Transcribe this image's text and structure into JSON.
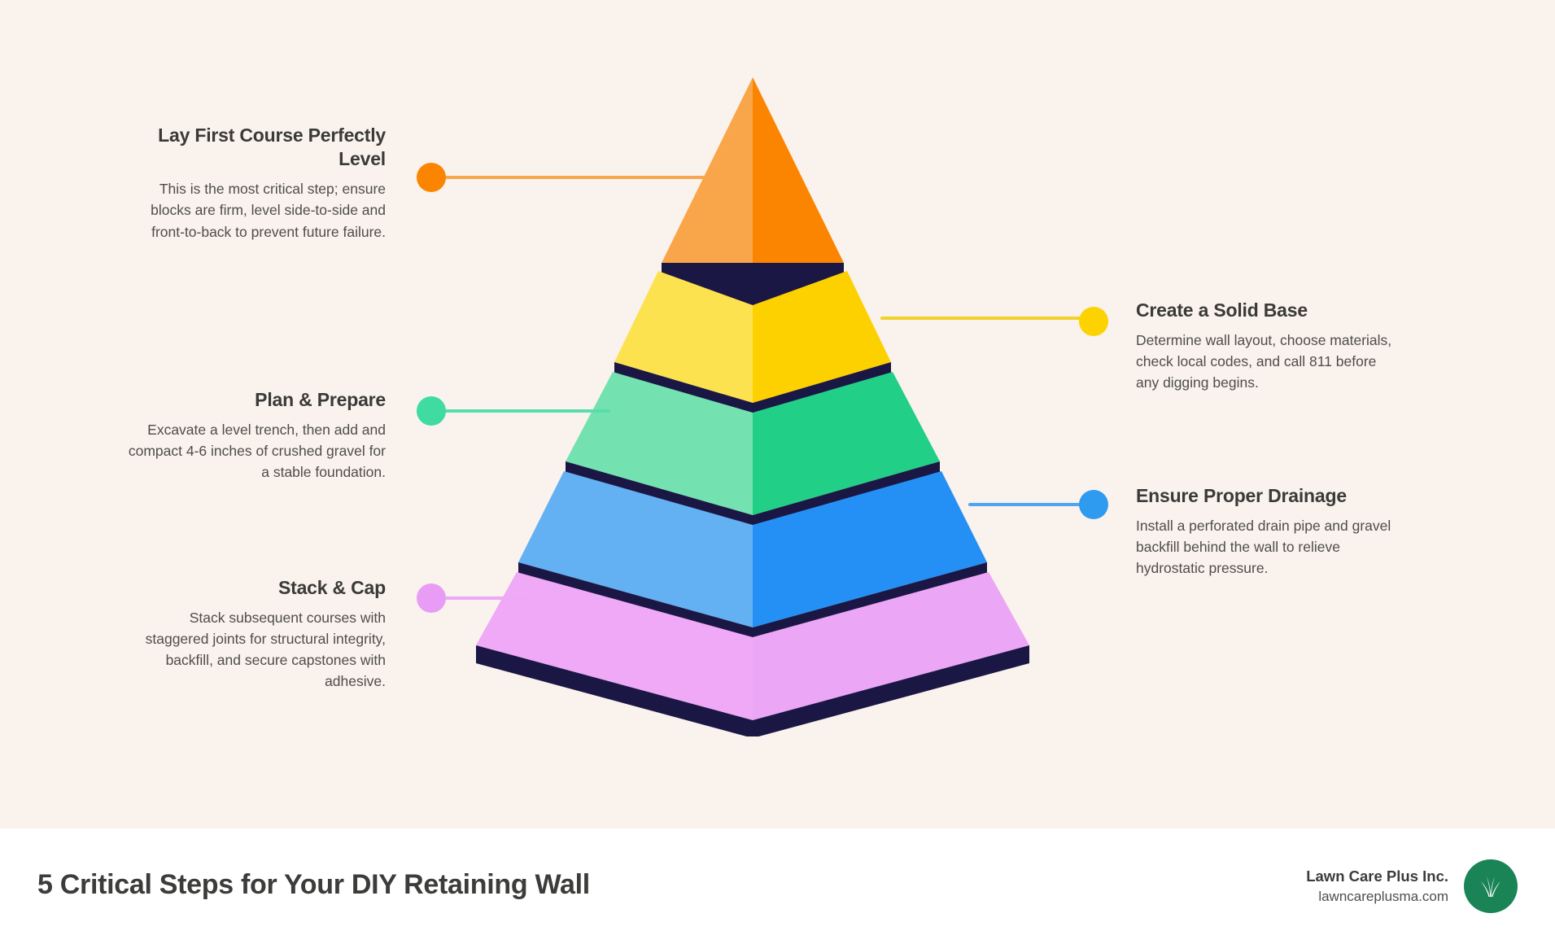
{
  "background": {
    "stage": "#faf2ec",
    "footer": "#ffffff",
    "band": "#1b1744"
  },
  "pyramid": {
    "alt": "five-layer 3D pyramid diagram",
    "layers": [
      {
        "key": "lay-first-course",
        "left_color": "#f9a64a",
        "right_color": "#fb8500",
        "accent": "#fb8500",
        "line_color": "#f7a64e"
      },
      {
        "key": "create-solid-base",
        "left_color": "#fde24f",
        "right_color": "#fdd100",
        "accent": "#fcd200",
        "line_color": "#f2d22a"
      },
      {
        "key": "plan-prepare",
        "left_color": "#73e2b0",
        "right_color": "#22cf86",
        "accent": "#3fdba0",
        "line_color": "#57dfab"
      },
      {
        "key": "ensure-drainage",
        "left_color": "#63b0f2",
        "right_color": "#2490f5",
        "accent": "#2e9bf0",
        "line_color": "#4da6f2"
      },
      {
        "key": "stack-cap",
        "left_color": "#efa9f7",
        "right_color": "#eca6f6",
        "accent": "#e99cf5",
        "line_color": "#eda9f6"
      }
    ]
  },
  "callouts": [
    {
      "id": "lay-first-course",
      "side": "left",
      "title": "Lay First Course Perfectly Level",
      "body": "This is the most critical step; ensure blocks are firm, level side-to-side and front-to-back to prevent future failure.",
      "dot_color": "#fb8500",
      "line_color": "#f7a64e"
    },
    {
      "id": "create-solid-base",
      "side": "right",
      "title": "Create a Solid Base",
      "body": "Determine wall layout, choose materials, check local codes, and call 811 before any digging begins.",
      "dot_color": "#fcd200",
      "line_color": "#f2d22a"
    },
    {
      "id": "plan-prepare",
      "side": "left",
      "title": "Plan & Prepare",
      "body": "Excavate a level trench, then add and compact 4-6 inches of crushed gravel for a stable foundation.",
      "dot_color": "#3fdba0",
      "line_color": "#57dfab"
    },
    {
      "id": "ensure-drainage",
      "side": "right",
      "title": "Ensure Proper Drainage",
      "body": "Install a perforated drain pipe and gravel backfill behind the wall to relieve hydrostatic pressure.",
      "dot_color": "#2e9bf0",
      "line_color": "#4da6f2"
    },
    {
      "id": "stack-cap",
      "side": "left",
      "title": "Stack & Cap",
      "body": "Stack subsequent courses with staggered joints for structural integrity, backfill, and secure capstones with adhesive.",
      "dot_color": "#e99cf5",
      "line_color": "#eda9f6"
    }
  ],
  "footer": {
    "title": "5 Critical Steps for Your DIY Retaining Wall",
    "brand_name": "Lawn Care Plus Inc.",
    "brand_url": "lawncareplusma.com",
    "logo_icon": "grass-icon",
    "logo_color": "#1a8457"
  }
}
